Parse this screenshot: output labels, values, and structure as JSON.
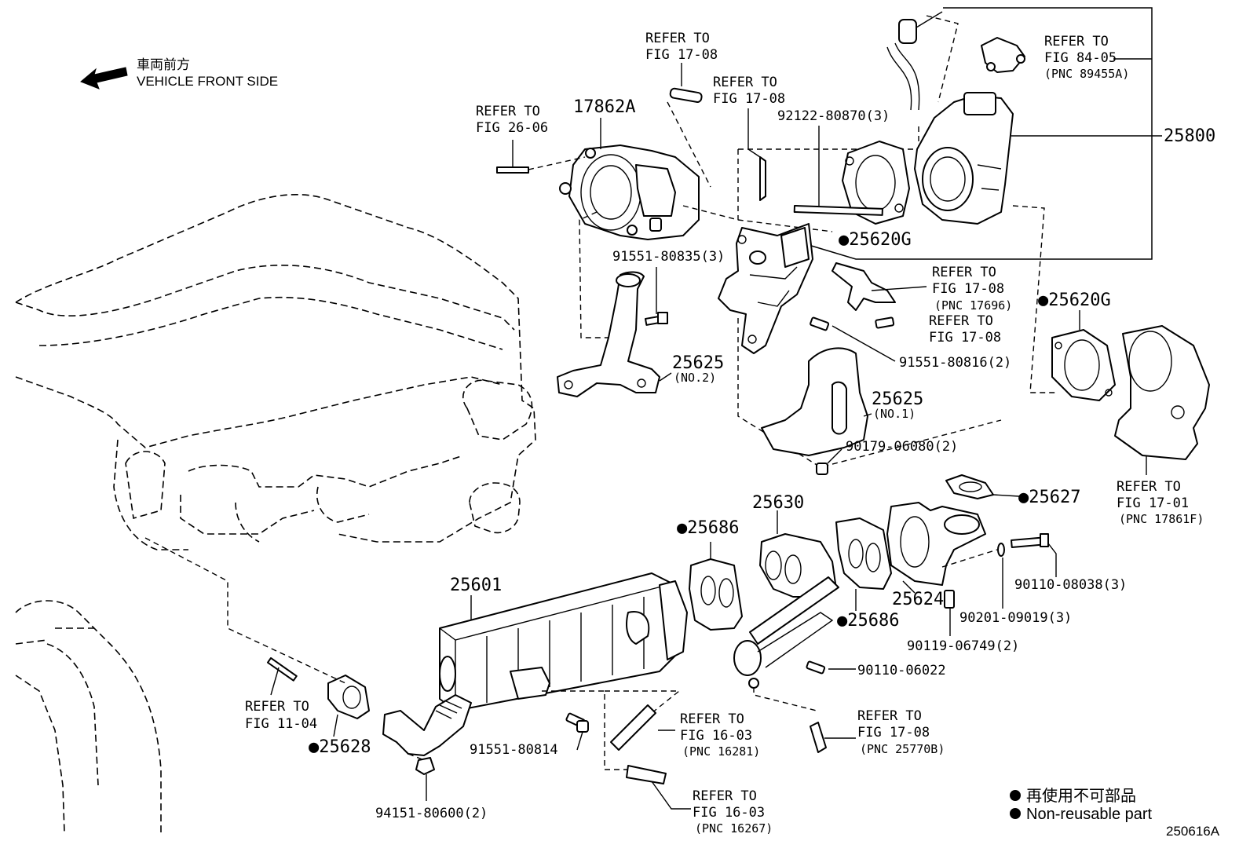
{
  "header": {
    "direction_jp": "車両前方",
    "direction_en": "VEHICLE FRONT SIDE",
    "arrow_icon": "left-arrow-icon"
  },
  "refs": {
    "fig_17_08_top": [
      "REFER TO",
      "FIG 17-08"
    ],
    "fig_17_08_b": [
      "REFER TO",
      "FIG 17-08"
    ],
    "fig_26_06": [
      "REFER TO",
      "FIG 26-06"
    ],
    "fig_84_05": [
      "REFER TO",
      "FIG 84-05",
      "(PNC 89455A)"
    ],
    "fig_17_08_pnc17696": [
      "REFER TO",
      "FIG 17-08",
      "(PNC 17696)"
    ],
    "fig_17_08_c": [
      "REFER TO",
      "FIG 17-08"
    ],
    "fig_17_01": [
      "REFER TO",
      "FIG 17-01",
      "(PNC 17861F)"
    ],
    "fig_11_04": [
      "REFER TO",
      "FIG 11-04"
    ],
    "fig_16_03_a": [
      "REFER TO",
      "FIG 16-03",
      "(PNC 16281)"
    ],
    "fig_17_08_pnc25770b": [
      "REFER TO",
      "FIG 17-08",
      "(PNC 25770B)"
    ],
    "fig_16_03_b": [
      "REFER TO",
      "FIG 16-03",
      "(PNC 16267)"
    ]
  },
  "parts": {
    "p17862A": "17862A",
    "p25800": "25800",
    "p92122": "92122-80870(3)",
    "p25620G_a": "●25620G",
    "p25620G_b": "●25620G",
    "p91551_80835": "91551-80835(3)",
    "p25625_no2": "25625",
    "p25625_no2_sub": "(NO.2)",
    "p25625_no1": "25625",
    "p25625_no1_sub": "(NO.1)",
    "p91551_80816": "91551-80816(2)",
    "p90179": "90179-06080(2)",
    "p25627": "●25627",
    "p25630": "25630",
    "p25686_a": "●25686",
    "p25686_b": "●25686",
    "p25624": "25624",
    "p90110_08038": "90110-08038(3)",
    "p90201": "90201-09019(3)",
    "p90119": "90119-06749(2)",
    "p90110_06022": "90110-06022",
    "p25601": "25601",
    "p91551_80814": "91551-80814",
    "p25628": "●25628",
    "p94151": "94151-80600(2)"
  },
  "legend": {
    "jp": "再使用不可部品",
    "en": "Non-reusable part",
    "bullet_icon": "filled-circle-icon"
  },
  "figure_code": "250616A"
}
